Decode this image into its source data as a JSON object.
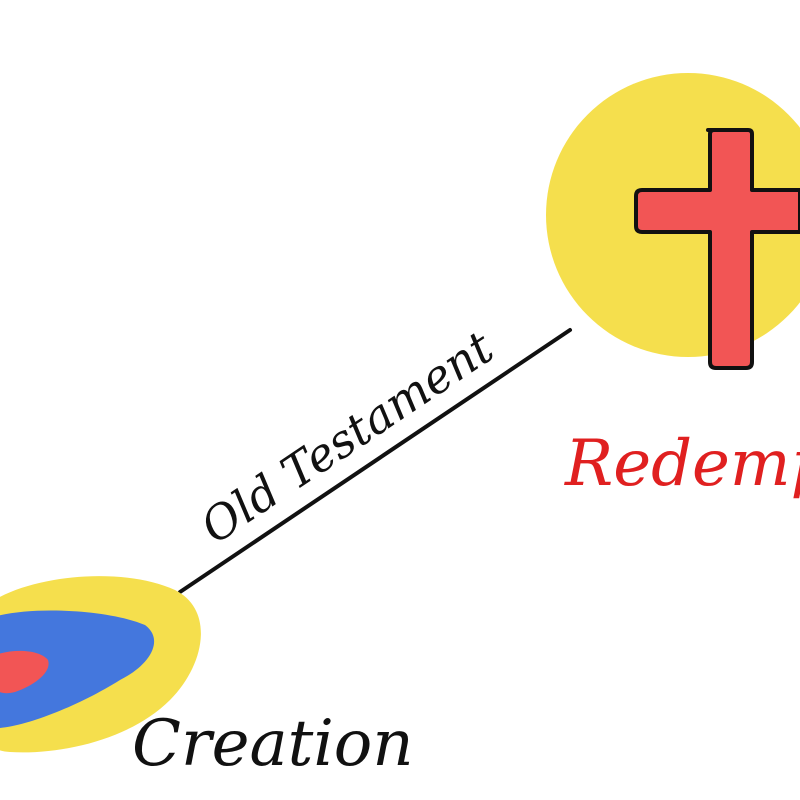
{
  "labels": {
    "old_testament": "Old Testament",
    "creation": "Creation",
    "redemption": "Redempt"
  },
  "colors": {
    "line": "#111111",
    "yellow": "#f5df4d",
    "blue": "#4477dd",
    "red": "#f25555",
    "cross_outline": "#111111",
    "redemption_text": "#e02020"
  },
  "icons": {
    "creation": "creation-blob-icon",
    "redemption": "cross-icon"
  }
}
